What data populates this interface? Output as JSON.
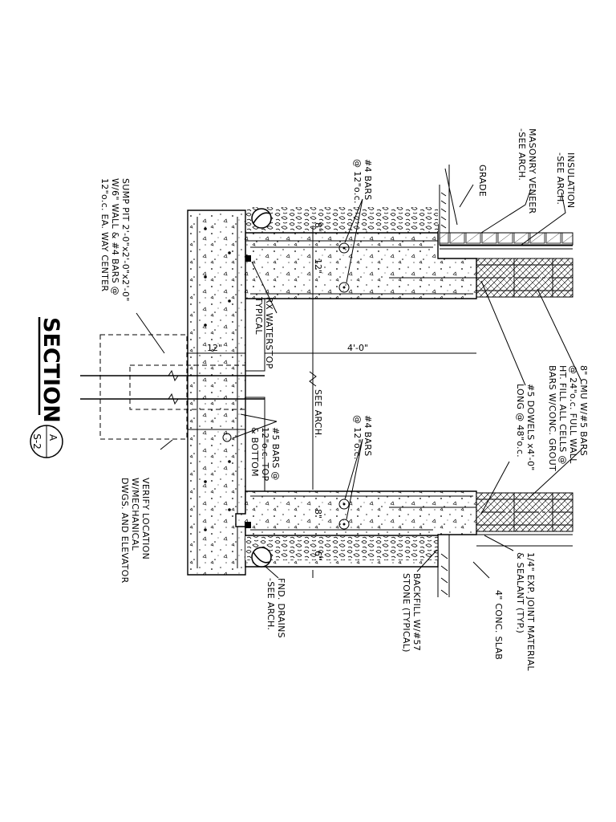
{
  "title": {
    "text": "SECTION",
    "detail_letter": "A",
    "sheet": "S-2"
  },
  "labels": {
    "masonry_veneer": [
      "MASONRY VENEER",
      "-SEE ARCH."
    ],
    "insulation": [
      "INSULATION",
      "-SEE ARCH."
    ],
    "grade": [
      "GRADE"
    ],
    "bars_4_upper": [
      "#4 BARS",
      "@ 12\"o.c."
    ],
    "bars_4_lower": [
      "#4 BARS",
      "@ 12\"o.c."
    ],
    "sump_pit": [
      "SUMP PIT 2'-0\"x2'-0\"x2'-0\"",
      "W/6\" WALL & #4 BARS @",
      "12\"o.c. EA. WAY CENTER"
    ],
    "cmu": [
      "8\" CMU W/#5 BARS",
      "@ 24\"o.c. FULL WALL",
      "HT. FILL ALL CELLS @",
      "BARS W/CONC. GROUT"
    ],
    "dowels": [
      "#5 DOWELS x4'-0\"",
      "LONG @ 48\"o.c."
    ],
    "waterstop": [
      "RX WATERSTOP",
      "TYPICAL"
    ],
    "see_arch": [
      "SEE ARCH."
    ],
    "bars_5": [
      "#5 BARS @",
      "12\"o.c. TOP",
      "& BOTTOM"
    ],
    "verify": [
      "VERIFY LOCATION",
      "W/MECHANICAL",
      "DWGS. AND ELEVATOR"
    ],
    "fnd_drains": [
      "FND. DRAINS",
      "-SEE ARCH."
    ],
    "backfill": [
      "BACKFILL W/#57",
      "STONE (TYPICAL)"
    ],
    "conc_slab": [
      "4\" CONC. SLAB"
    ],
    "exp_joint": [
      "1/4\" EXP. JOINT MATERIAL",
      "& SEALANT (TYP.)"
    ]
  },
  "dimensions": {
    "d_12_upper": "12\"",
    "d_4_0": "4'-0\"",
    "d_12_left": "12\"",
    "d_8_upper": "8\"",
    "d_8_lower": "8\"",
    "d_6": "6\""
  }
}
